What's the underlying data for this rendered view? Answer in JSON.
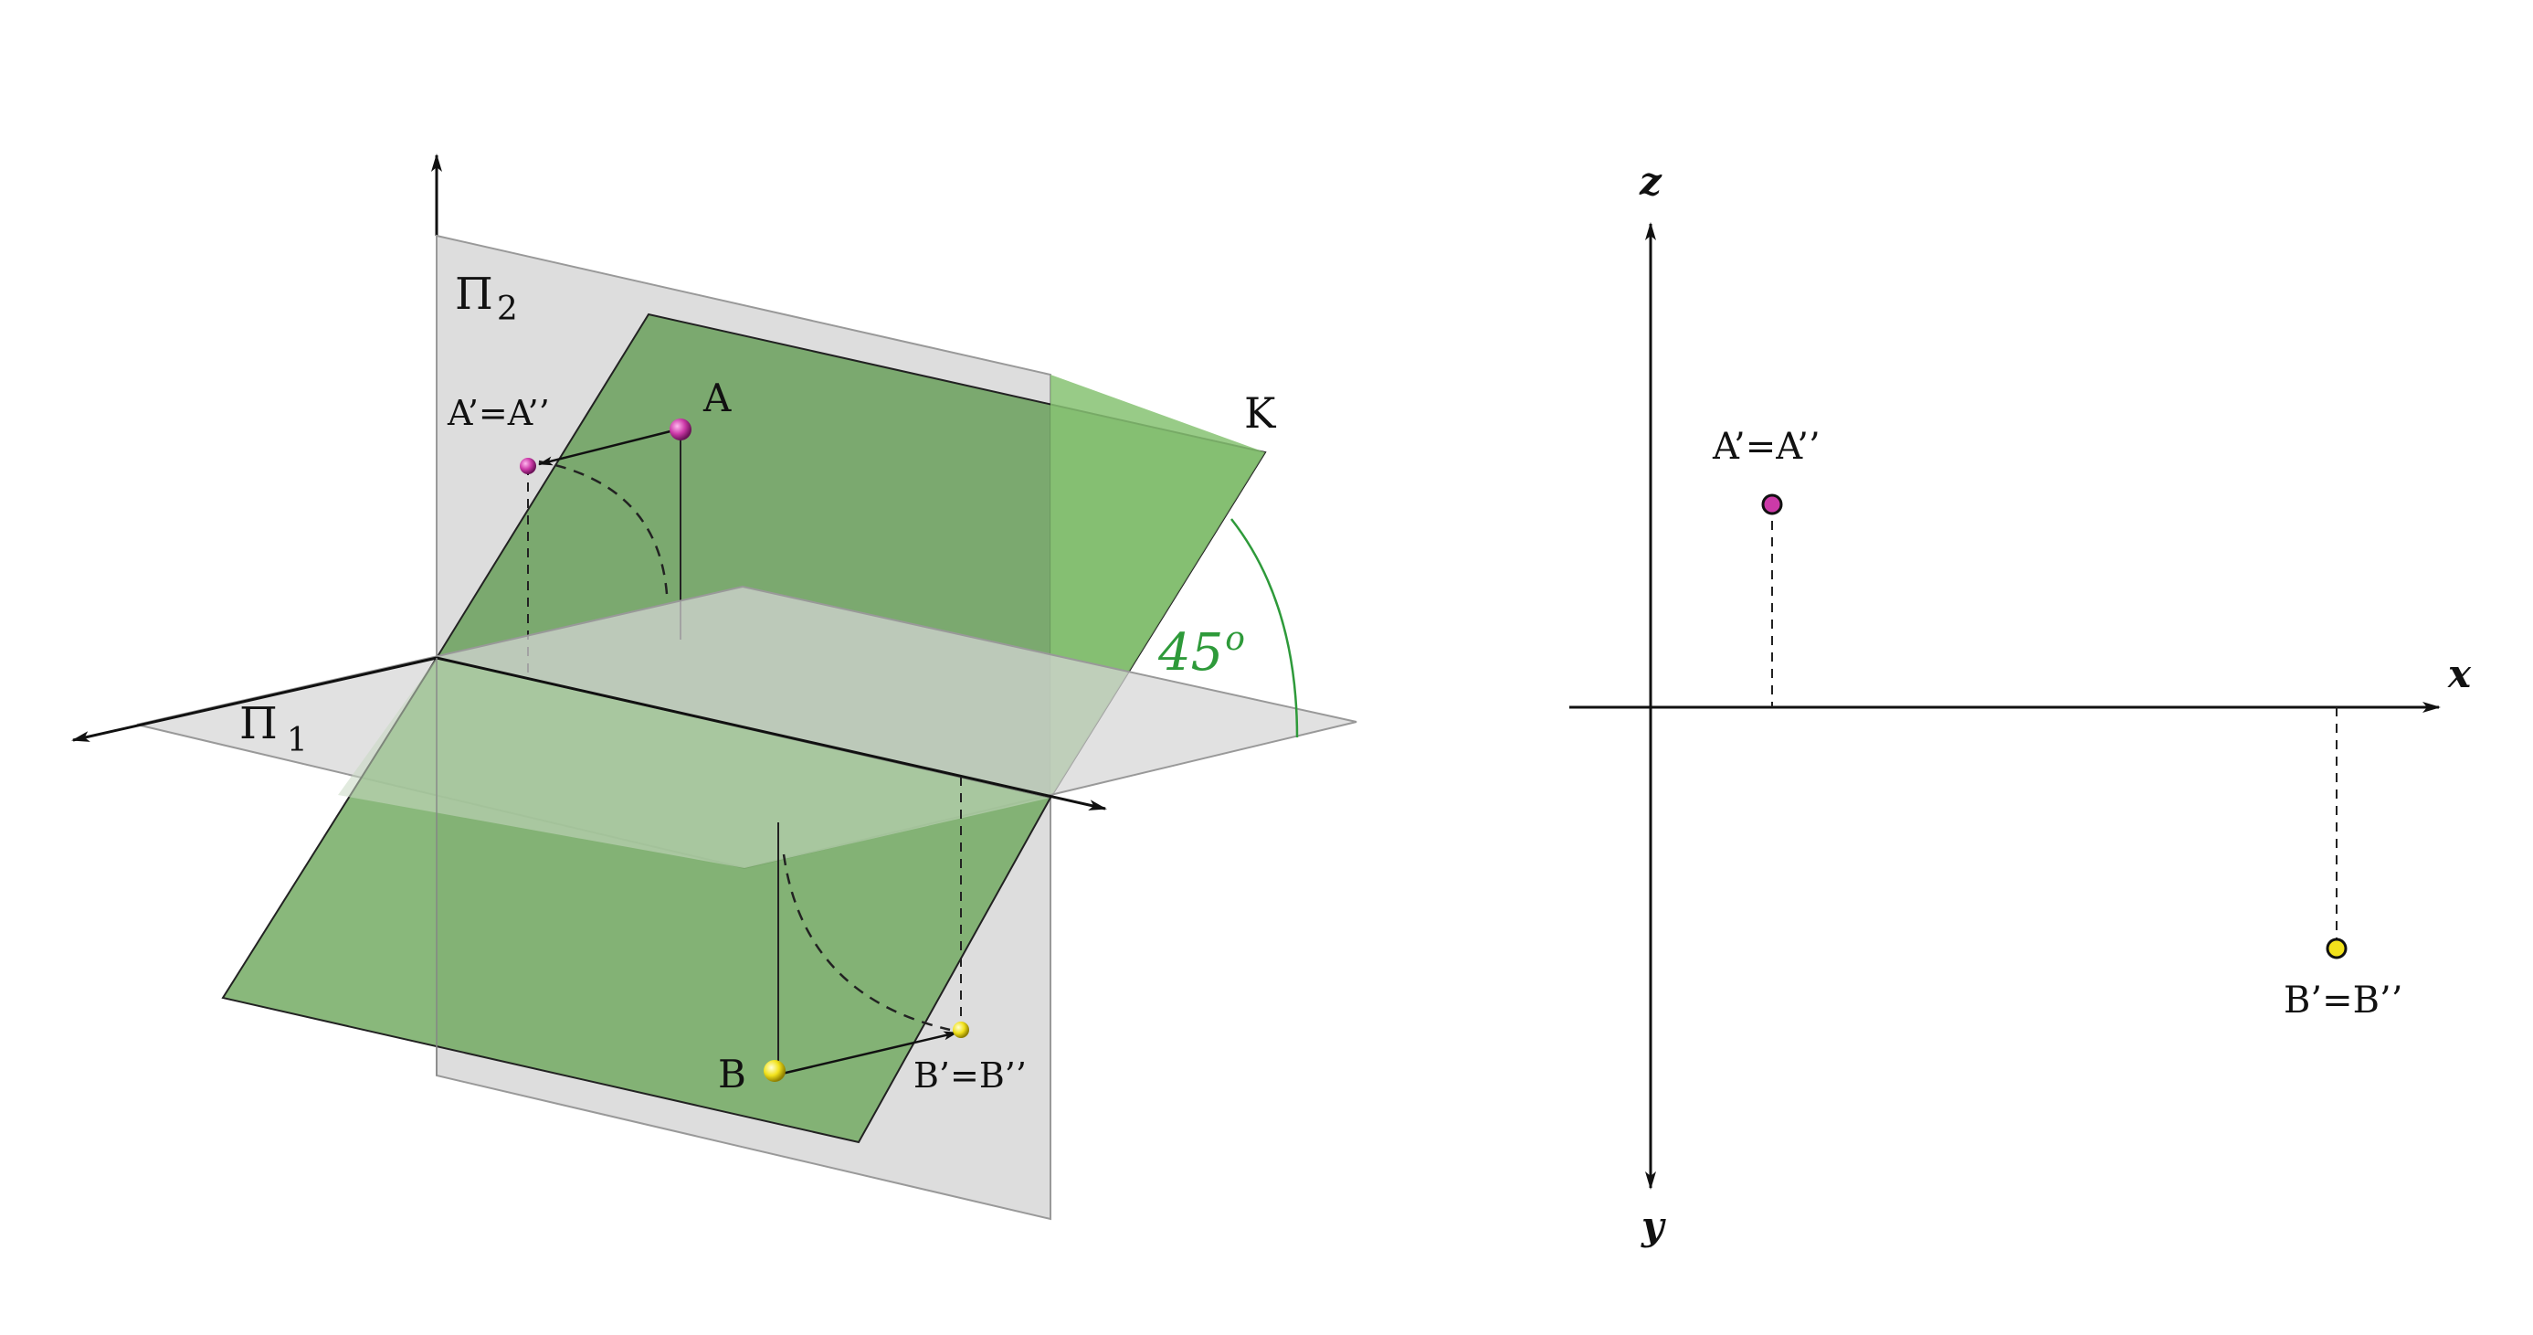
{
  "left_figure": {
    "plane_pi2": {
      "name": "Π",
      "subscript": "2"
    },
    "plane_pi1": {
      "name": "Π",
      "subscript": "1"
    },
    "plane_k": {
      "name": "K"
    },
    "point_a": {
      "name": "A"
    },
    "point_a_proj": {
      "name": "A’=A’’"
    },
    "point_b": {
      "name": "B"
    },
    "point_b_proj": {
      "name": "B’=B’’"
    },
    "angle": {
      "value": "45",
      "unit": "o"
    }
  },
  "right_figure": {
    "axis_z": "z",
    "axis_x": "x",
    "axis_y": "y",
    "point_a_proj": "A’=A’’",
    "point_b_proj": "B’=B’’"
  },
  "colors": {
    "grey_plane": "#cfcfcf",
    "green_plane": "#6fa85e",
    "green_accent": "#2e9a3a",
    "point_a": "#cc3aa8",
    "point_b": "#f2e21c"
  }
}
